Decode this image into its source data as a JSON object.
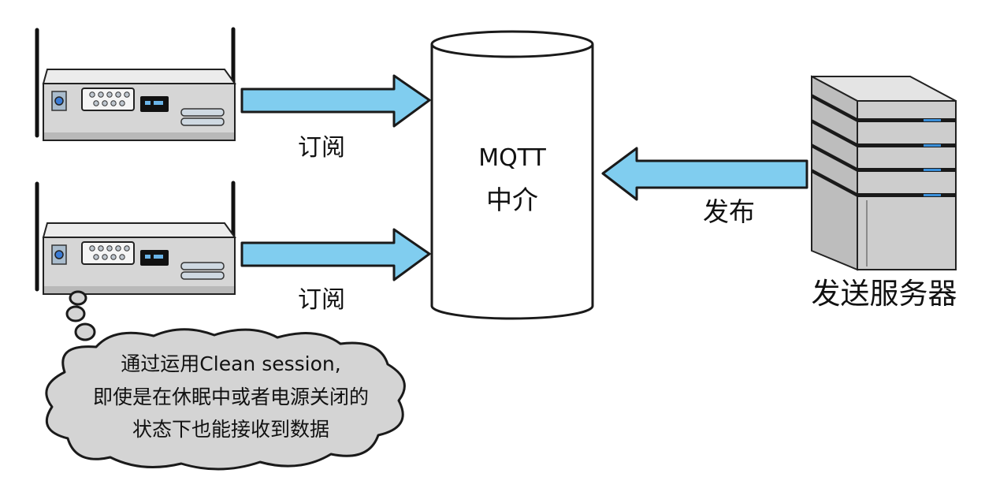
{
  "broker": {
    "line1": "MQTT",
    "line2": "中介"
  },
  "publisher": {
    "label": "发送服务器"
  },
  "edges": {
    "subscribe_top": "订阅",
    "subscribe_bottom": "订阅",
    "publish": "发布"
  },
  "thought_bubble": {
    "lines": [
      "通过运用Clean session,",
      "即使是在休眠中或者电源关闭的",
      "状态下也能接收到数据"
    ]
  },
  "colors": {
    "arrow": "#80cdef",
    "bubble": "#d4d4d4",
    "led": "#3a8fd9"
  }
}
